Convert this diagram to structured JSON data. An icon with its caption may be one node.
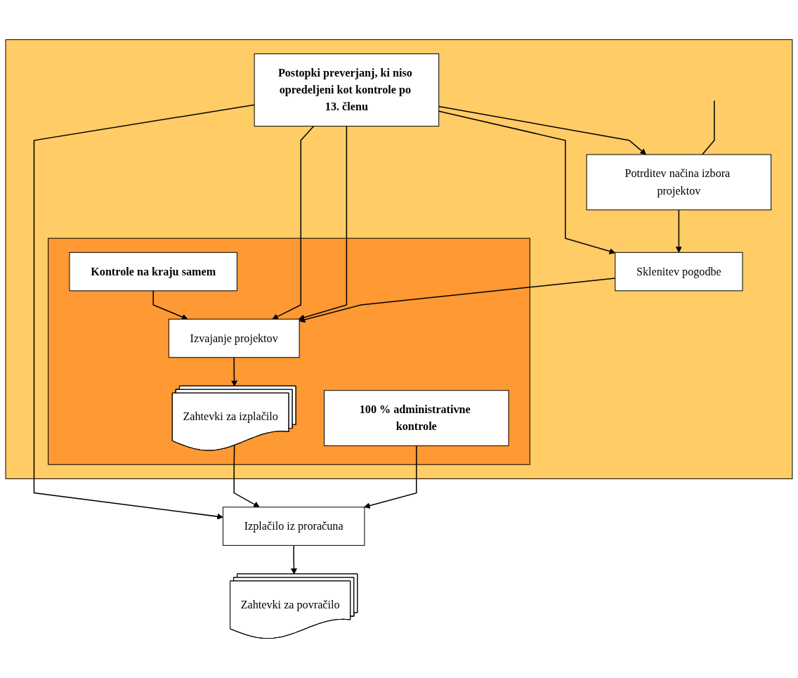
{
  "diagram": {
    "nodes": [
      {
        "text": [],
        "shape": "box"
      },
      {
        "text": [
          "Potrditev načina izbora projektov"
        ],
        "in": 0
      },
      {
        "text": [
          "Postopki preverjanj, ki niso opredeljeni kot kontrole po 13. členu"
        ],
        "in": 0
      },
      {
        "text": [
          "Sklenitev pogodbe"
        ],
        "in": 0
      },
      {
        "text": [],
        "shape": "box",
        "in": 0
      },
      {
        "text": [
          "Izvajanje projektov"
        ],
        "in": 4
      },
      {
        "text": [
          "Kontrole na kraju samem"
        ],
        "in": 4
      },
      {
        "text": [
          "Zahtevki za izplačilo"
        ],
        "in": 4
      },
      {
        "text": [
          "100 % administrativne kontrole"
        ],
        "in": 4
      },
      {
        "text": [
          "Izplačilo iz proračuna"
        ]
      },
      {
        "text": [
          "Zahtevki za povračilo"
        ]
      }
    ],
    "edges": [
      {
        "from": null,
        "to": 1,
        "arrow": "none"
      },
      {
        "from": 1,
        "to": 3,
        "arrow": "to"
      },
      {
        "from": 3,
        "to": 5,
        "arrow": "to"
      },
      {
        "from": 5,
        "to": 7,
        "arrow": "to"
      },
      {
        "from": 7,
        "to": 9,
        "arrow": "to"
      },
      {
        "from": 9,
        "to": 10,
        "arrow": "to"
      },
      {
        "from": 2,
        "to": 1,
        "arrow": "to"
      },
      {
        "from": 2,
        "to": 3,
        "arrow": "to"
      },
      {
        "from": 2,
        "to": 5,
        "arrow": "to"
      },
      {
        "from": 2,
        "to": 5,
        "arrow": "to"
      },
      {
        "from": 2,
        "to": 9,
        "arrow": "to"
      },
      {
        "from": 6,
        "to": 5,
        "arrow": "to"
      },
      {
        "from": 8,
        "to": 9,
        "arrow": "to"
      }
    ]
  }
}
